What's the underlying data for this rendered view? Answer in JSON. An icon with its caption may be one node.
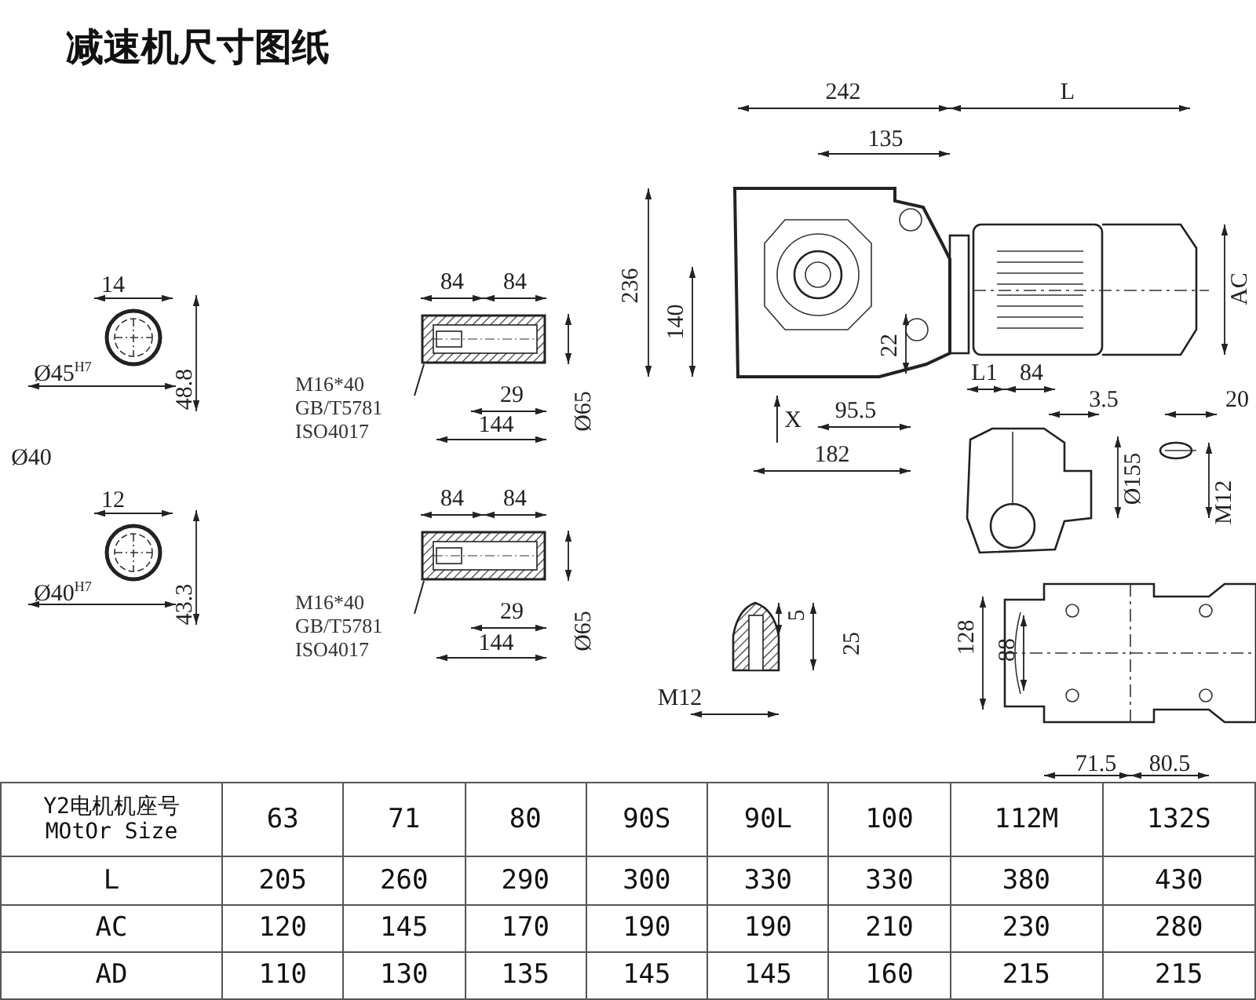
{
  "diagram": {
    "title": "减速机尺寸图纸",
    "nodes": [
      {
        "text": [
          "M16*40",
          "GB/T5781",
          "ISO4017"
        ]
      },
      {
        "text": [],
        "shape": "picture"
      },
      {
        "text": [
          "M16*40",
          "GB/T5781",
          "ISO4017"
        ]
      },
      {
        "text": [],
        "shape": "picture"
      }
    ],
    "edges": [
      {
        "from": 0,
        "to": 1,
        "arrow": "none"
      },
      {
        "from": 2,
        "to": 3,
        "arrow": "none"
      }
    ],
    "labels": [
      "14",
      "Ø45$^{H7}$",
      "48.8",
      "Ø40",
      "12",
      "Ø40$^{H7}$",
      "43.3",
      "84",
      "84",
      "29",
      "Ø65",
      "144",
      "84",
      "84",
      "29",
      "Ø65",
      "144",
      "242",
      "L",
      "135",
      "236",
      "140",
      "AC",
      "22",
      "X",
      "95.5",
      "182",
      "L1",
      "84",
      "3.5",
      "20",
      "Ø155",
      "M12",
      "5",
      "25",
      "M12",
      "128",
      "88",
      "71.5",
      "80.5",
      "Y2电机机座号 MOtOr Size",
      "63",
      "71",
      "80",
      "90S",
      "90L",
      "100",
      "112M",
      "132S",
      "L",
      "205",
      "260",
      "290",
      "300",
      "330",
      "330",
      "380",
      "430",
      "AC",
      "120",
      "145",
      "170",
      "190",
      "190",
      "210",
      "230",
      "280",
      "AD",
      "110",
      "130",
      "135",
      "145",
      "145",
      "160",
      "215",
      "215"
    ]
  }
}
